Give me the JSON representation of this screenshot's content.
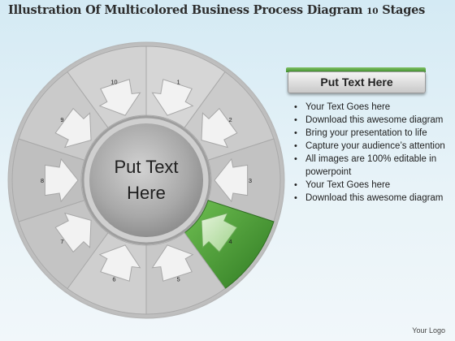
{
  "title": {
    "main": "Illustration Of Multicolored Business Process Diagram",
    "stage_count": "10",
    "suffix": "Stages"
  },
  "diagram": {
    "center_text": [
      "Put Text",
      "Here"
    ],
    "stages": [
      "1",
      "2",
      "3",
      "4",
      "5",
      "6",
      "7",
      "8",
      "9",
      "10"
    ],
    "highlighted_stage": "4",
    "colors": {
      "segment": "#c7c7c7",
      "highlight": "#4c9a3a",
      "center": "#a9a9a9"
    }
  },
  "panel": {
    "title": "Put Text Here",
    "bullets": [
      "Your Text Goes here",
      "Download this awesome diagram",
      "Bring your presentation to life",
      "Capture your audience’s attention",
      "All images are 100% editable in powerpoint",
      "Your Text Goes here",
      "Download this awesome diagram"
    ]
  },
  "logo": "Your Logo"
}
